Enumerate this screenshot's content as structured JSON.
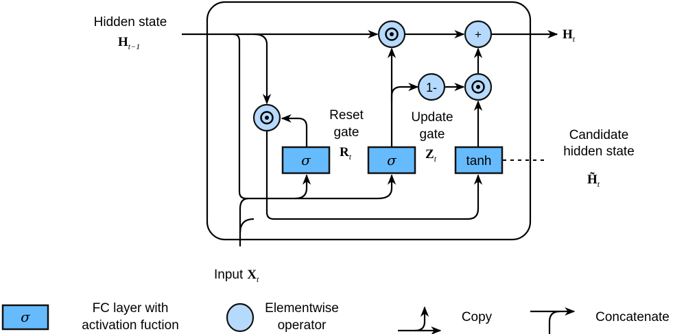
{
  "inputs": {
    "hidden_state_label": "Hidden state",
    "hidden_state_symbol": "H",
    "hidden_state_sub": "t−1",
    "input_label": "Input",
    "input_symbol": "X",
    "input_sub": "t"
  },
  "output": {
    "symbol": "H",
    "sub": "t"
  },
  "gates": {
    "reset": {
      "line1": "Reset",
      "line2": "gate",
      "symbol": "R",
      "sub": "t",
      "activation": "σ"
    },
    "update": {
      "line1": "Update",
      "line2": "gate",
      "symbol": "Z",
      "sub": "t",
      "activation": "σ"
    },
    "candidate": {
      "line1": "Candidate",
      "line2": "hidden state",
      "symbol": "H̃",
      "sub": "t",
      "activation": "tanh"
    }
  },
  "operators": {
    "elementwise_mul": "⊙",
    "add": "+",
    "one_minus": "1-"
  },
  "legend": {
    "fc_symbol": "σ",
    "fc_line1": "FC layer with",
    "fc_line2": "activation fuction",
    "elem_line1": "Elementwise",
    "elem_line2": "operator",
    "copy": "Copy",
    "concat": "Concatenate"
  },
  "colors": {
    "fc_box": "#66bbfc",
    "operator": "#b6dafd"
  }
}
